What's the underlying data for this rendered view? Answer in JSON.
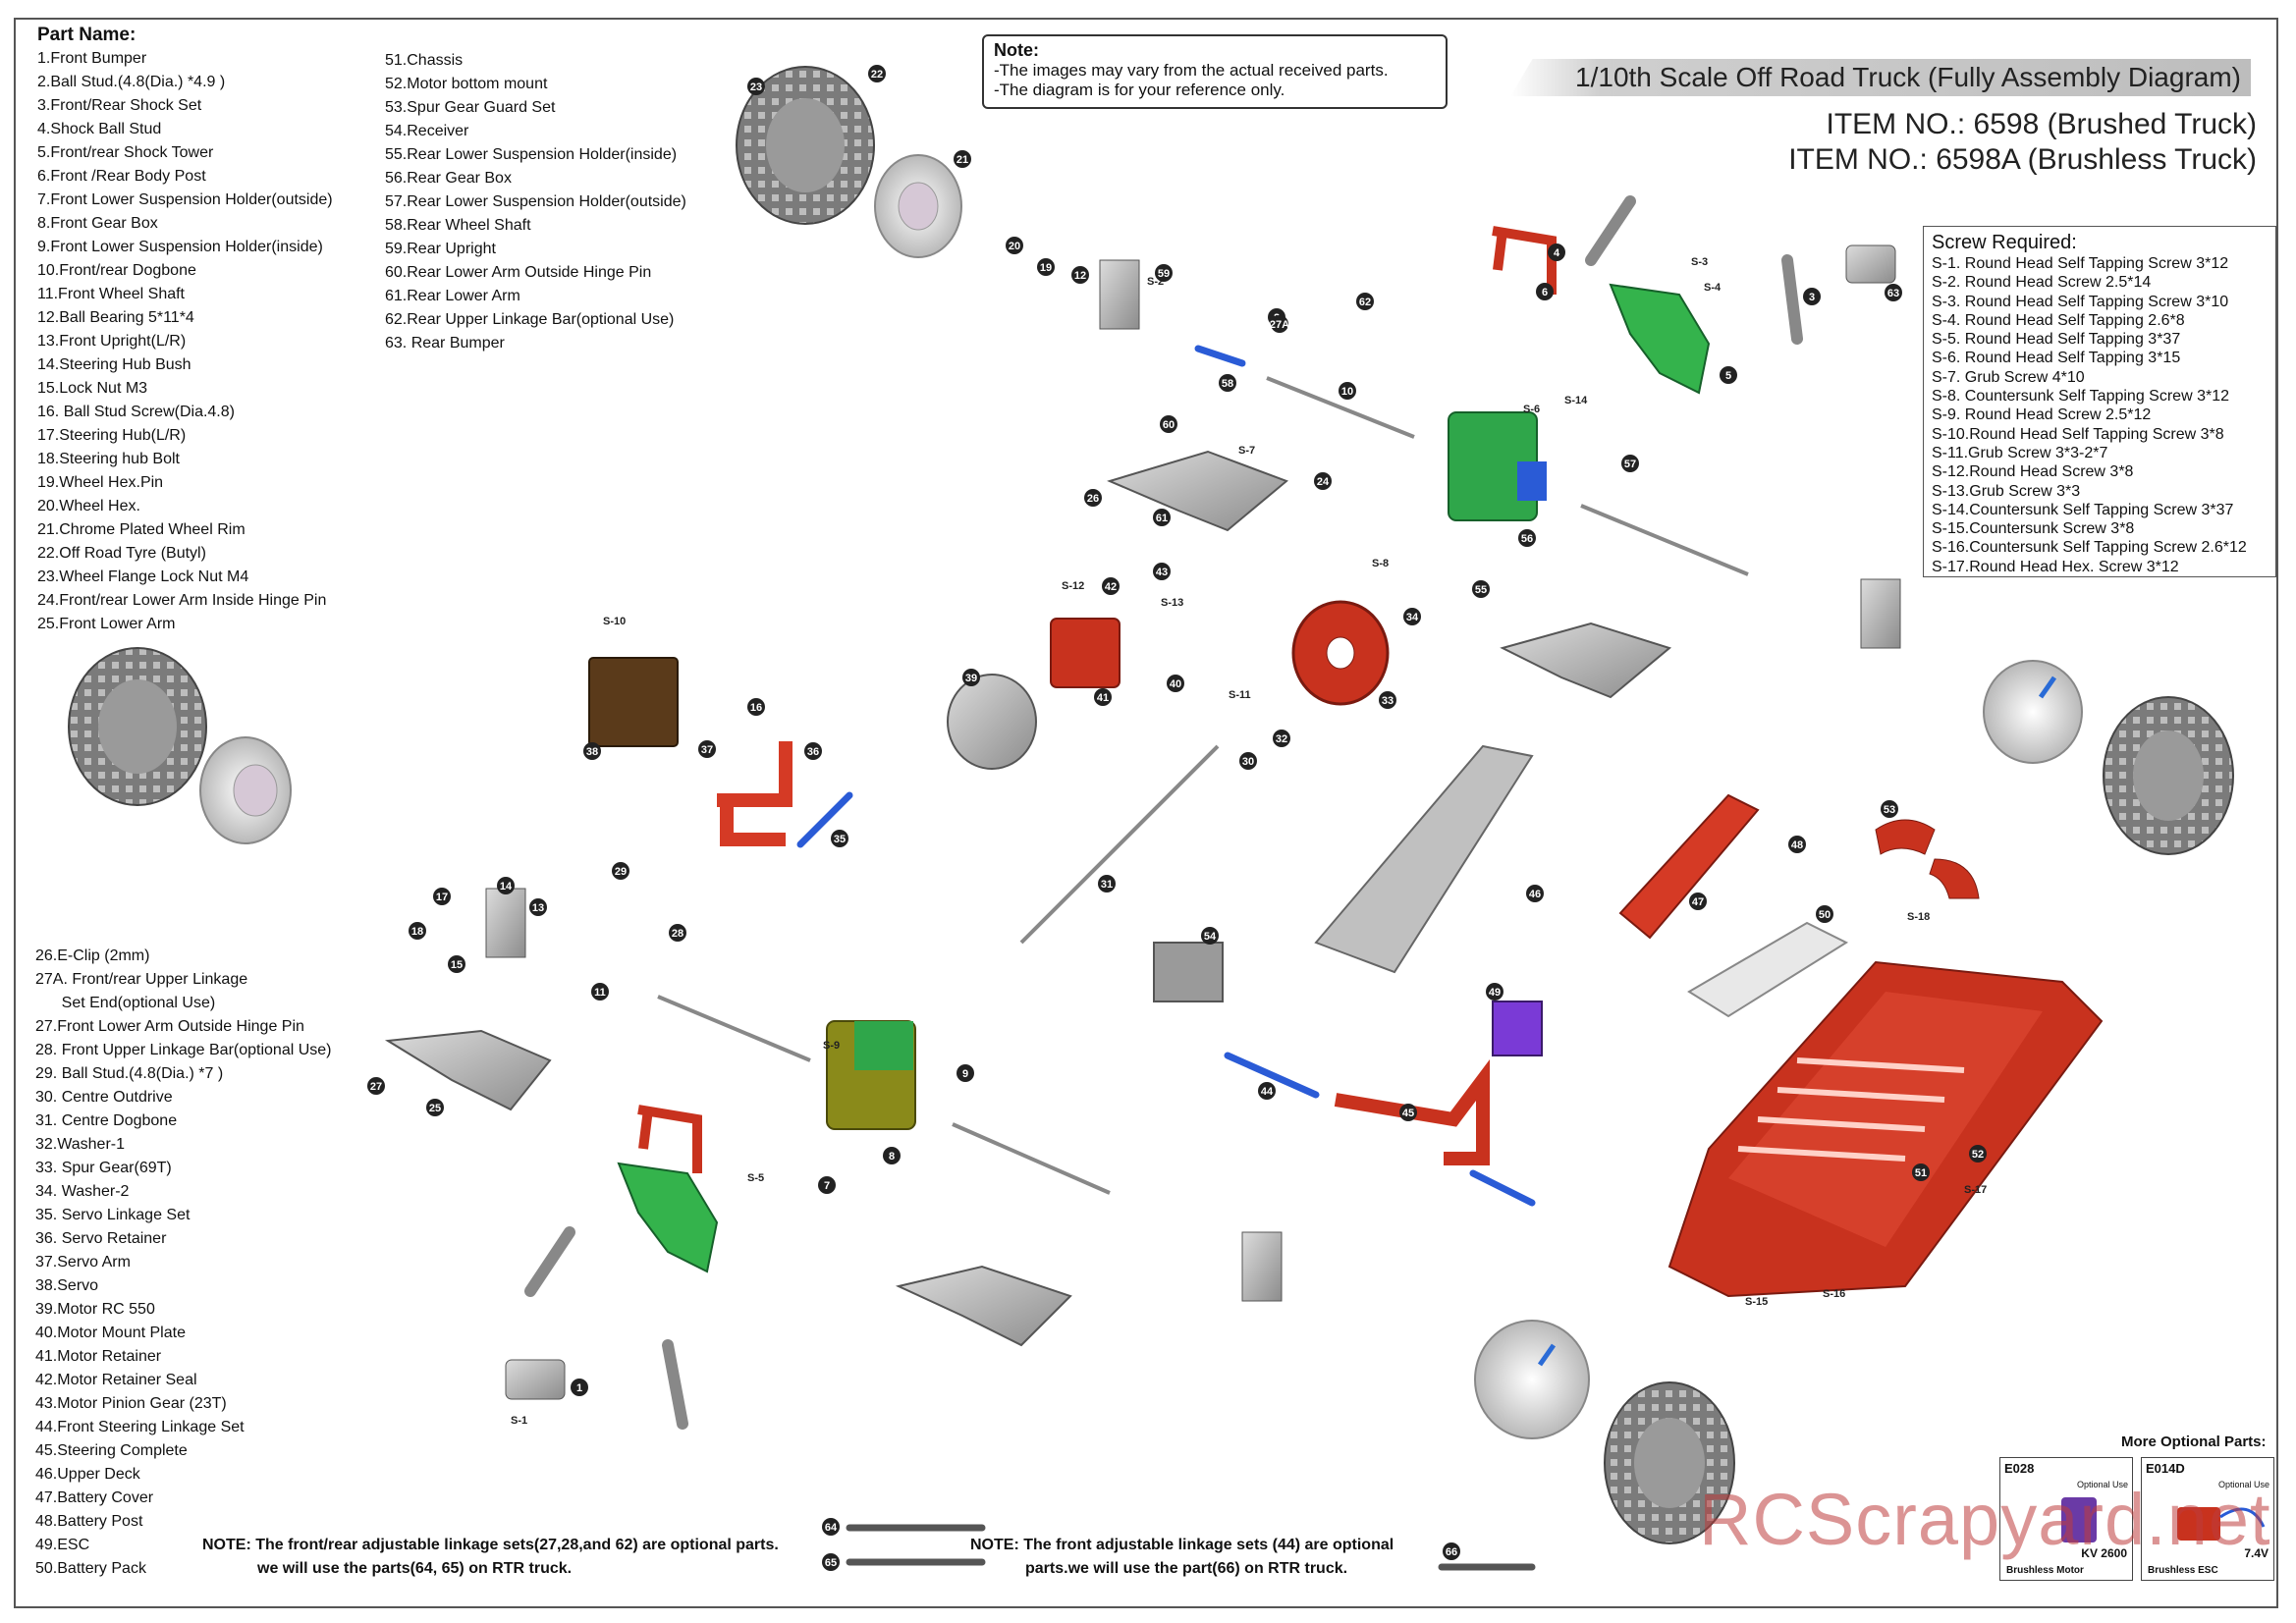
{
  "parts_header": "Part Name:",
  "parts_col1": [
    "1.Front Bumper",
    "2.Ball Stud.(4.8(Dia.) *4.9 )",
    "3.Front/Rear Shock Set",
    "4.Shock Ball Stud",
    "5.Front/rear Shock Tower",
    "6.Front /Rear Body Post",
    "7.Front Lower Suspension Holder(outside)",
    "8.Front Gear Box",
    "9.Front Lower Suspension Holder(inside)",
    "10.Front/rear Dogbone",
    "11.Front Wheel Shaft",
    "12.Ball Bearing 5*11*4",
    "13.Front Upright(L/R)",
    "14.Steering Hub Bush",
    "15.Lock Nut M3",
    "16. Ball Stud Screw(Dia.4.8)",
    "17.Steering Hub(L/R)",
    "18.Steering hub Bolt",
    "19.Wheel Hex.Pin",
    "20.Wheel Hex.",
    "21.Chrome Plated Wheel Rim",
    "22.Off Road Tyre (Butyl)",
    "23.Wheel Flange Lock Nut M4",
    "24.Front/rear Lower Arm Inside Hinge Pin",
    "25.Front Lower Arm"
  ],
  "parts_col2": [
    "51.Chassis",
    "52.Motor bottom mount",
    "53.Spur Gear Guard Set",
    "54.Receiver",
    "55.Rear Lower Suspension Holder(inside)",
    "56.Rear Gear Box",
    "57.Rear Lower Suspension Holder(outside)",
    "58.Rear Wheel Shaft",
    "59.Rear Upright",
    "60.Rear Lower Arm Outside Hinge Pin",
    "61.Rear Lower Arm",
    "62.Rear Upper Linkage Bar(optional Use)",
    "63. Rear Bumper"
  ],
  "parts_col3": [
    "26.E-Clip (2mm)",
    "27A. Front/rear Upper Linkage",
    "      Set End(optional Use)",
    "27.Front Lower Arm Outside Hinge Pin",
    "28. Front Upper Linkage Bar(optional Use)",
    "29. Ball Stud.(4.8(Dia.) *7 )",
    "30. Centre Outdrive",
    "31. Centre Dogbone",
    "32.Washer-1",
    "33. Spur Gear(69T)",
    "34. Washer-2",
    "35. Servo Linkage Set",
    "36. Servo Retainer",
    "37.Servo Arm",
    "38.Servo",
    "39.Motor RC 550",
    "40.Motor Mount Plate",
    "41.Motor Retainer",
    "42.Motor Retainer Seal",
    "43.Motor Pinion Gear (23T)",
    "44.Front Steering Linkage Set",
    "45.Steering Complete",
    "46.Upper Deck",
    "47.Battery Cover",
    "48.Battery Post",
    "49.ESC",
    "50.Battery Pack"
  ],
  "note": {
    "heading": "Note:",
    "line1": "-The images may vary from the actual received parts.",
    "line2": "-The diagram is for your reference only."
  },
  "title": "1/10th Scale Off Road Truck (Fully Assembly Diagram)",
  "item1": "ITEM NO.: 6598 (Brushed Truck)",
  "item2": "ITEM NO.: 6598A (Brushless Truck)",
  "screw_header": "Screw Required:",
  "screws": [
    "S-1. Round Head Self Tapping Screw 3*12",
    "S-2. Round Head Screw 2.5*14",
    "S-3. Round Head Self Tapping Screw 3*10",
    "S-4. Round Head Self Tapping 2.6*8",
    "S-5. Round Head Self Tapping 3*37",
    "S-6. Round Head Self Tapping 3*15",
    "S-7. Grub Screw 4*10",
    "S-8. Countersunk Self Tapping Screw 3*12",
    "S-9. Round Head Screw 2.5*12",
    "S-10.Round Head Self Tapping Screw 3*8",
    "S-11.Grub Screw 3*3-2*7",
    "S-12.Round Head Screw 3*8",
    "S-13.Grub Screw 3*3",
    "S-14.Countersunk Self Tapping Screw 3*37",
    "S-15.Countersunk Screw 3*8",
    "S-16.Countersunk Self Tapping Screw 2.6*12",
    "S-17.Round Head Hex. Screw 3*12"
  ],
  "bottom_note1": {
    "line1": "NOTE: The front/rear adjustable linkage sets(27,28,and 62)  are optional parts.",
    "line2": "we will use the parts(64, 65) on RTR truck."
  },
  "bottom_note2": {
    "line1": "NOTE: The front adjustable linkage  sets (44) are optional",
    "line2": "parts.we will use the part(66) on RTR truck."
  },
  "optional_title": "More Optional Parts:",
  "optional_parts": [
    {
      "code": "E028",
      "use": "Optional Use",
      "spec": "KV 2600",
      "caption": "Brushless Motor"
    },
    {
      "code": "E014D",
      "use": "Optional Use",
      "spec": "7.4V",
      "caption": "Brushless ESC"
    }
  ],
  "watermark": "RCScrapyard.net",
  "callouts": [
    "23",
    "22",
    "21",
    "20",
    "19",
    "12",
    "59",
    "10",
    "58",
    "2",
    "62",
    "27A",
    "5",
    "3",
    "4",
    "6",
    "63",
    "60",
    "24",
    "61",
    "26",
    "56",
    "57",
    "55",
    "34",
    "33",
    "42",
    "43",
    "41",
    "40",
    "39",
    "30",
    "32",
    "31",
    "38",
    "37",
    "16",
    "36",
    "35",
    "17",
    "18",
    "13",
    "14",
    "15",
    "11",
    "29",
    "28",
    "9",
    "8",
    "7",
    "25",
    "27",
    "53",
    "47",
    "48",
    "50",
    "49",
    "46",
    "54",
    "51",
    "52",
    "44",
    "45",
    "1",
    "64",
    "65",
    "66"
  ],
  "screw_labels": [
    "S-1",
    "S-2",
    "S-3",
    "S-4",
    "S-5",
    "S-6",
    "S-7",
    "S-8",
    "S-9",
    "S-10",
    "S-11",
    "S-12",
    "S-13",
    "S-14",
    "S-15",
    "S-16",
    "S-17",
    "S-18"
  ]
}
